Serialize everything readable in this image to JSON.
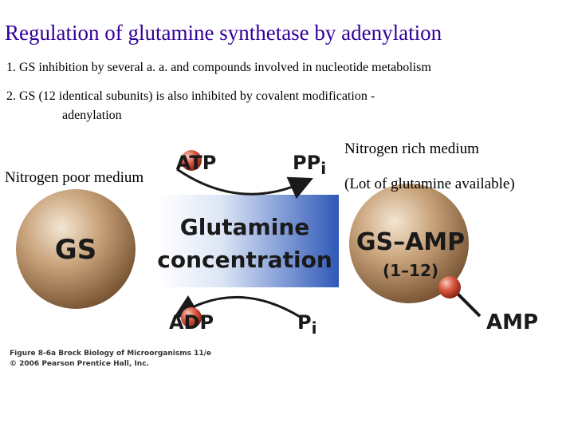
{
  "title": "Regulation of glutamine synthetase by adenylation",
  "points": [
    "1. GS inhibition by several a. a. and compounds involved in nucleotide metabolism",
    "2. GS  (12 identical subunits) is also inhibited by covalent modification  -",
    "adenylation"
  ],
  "labels": {
    "poor_medium": "Nitrogen poor medium",
    "rich_medium": "Nitrogen rich medium",
    "rich_note": "(Lot of glutamine available)"
  },
  "diagram": {
    "gs_label": "GS",
    "gs_amp_label": "GS–AMP",
    "subunit_range": "(1–12)",
    "amp_label": "AMP",
    "atp": "ATP",
    "ppi": "PP",
    "ppi_sub": "i",
    "adp": "ADP",
    "pi": "P",
    "pi_sub": "i",
    "center_line1": "Glutamine",
    "center_line2": "concentration",
    "colors": {
      "sphere": "#b8936a",
      "arrow_gradient_start": "#f0f0f0",
      "arrow_gradient_end": "#2f59b8",
      "amp_ball": "#c0392b"
    }
  },
  "credit": {
    "line1": "Figure 8-6a  Brock Biology of Microorganisms 11/e",
    "line2": "© 2006 Pearson Prentice Hall, Inc."
  }
}
